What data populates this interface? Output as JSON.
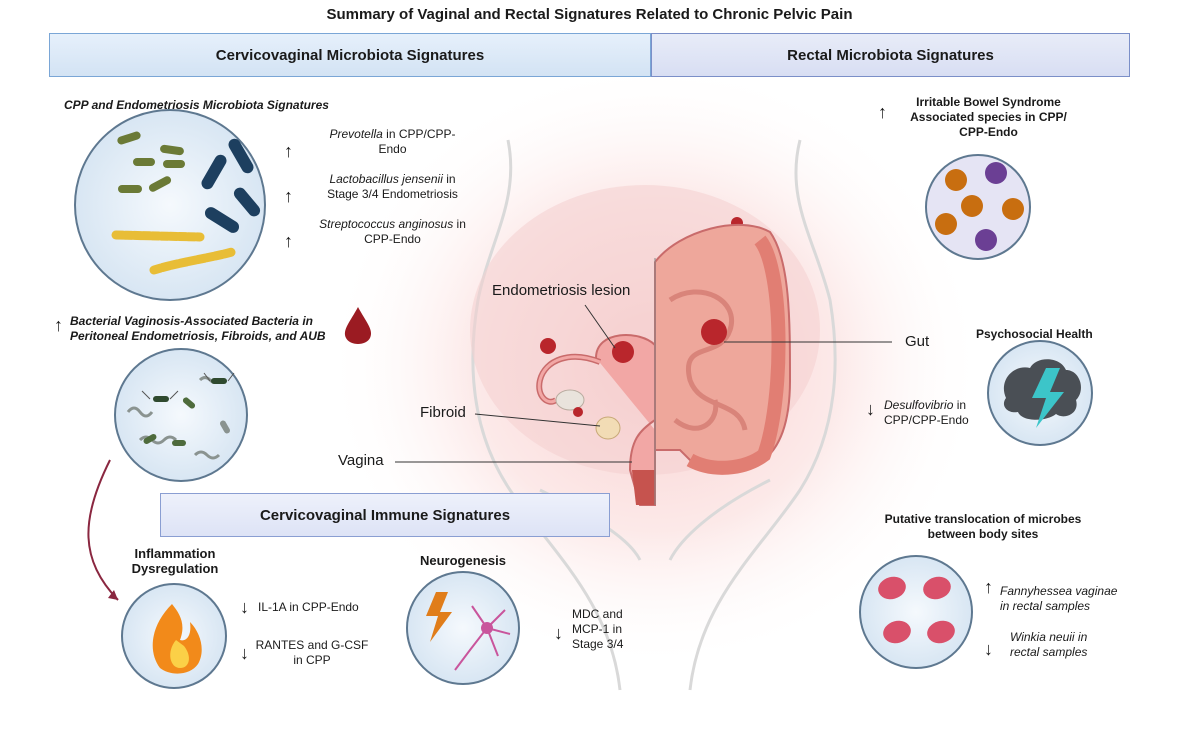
{
  "title": "Summary of Vaginal and Rectal Signatures Related to Chronic Pelvic Pain",
  "banners": {
    "cervicovaginal_microbiota": "Cervicovaginal Microbiota Signatures",
    "rectal_microbiota": "Rectal Microbiota Signatures",
    "cervicovaginal_immune": "Cervicovaginal Immune Signatures"
  },
  "cpp_section": {
    "heading": "CPP and Endometriosis Microbiota Signatures",
    "items": [
      {
        "italic": "Prevotella",
        "rest": " in CPP/CPP-",
        "line2": "Endo",
        "direction": "up"
      },
      {
        "italic": "Lactobacillus jensenii",
        "rest": " in",
        "line2": "Stage 3/4 Endometriosis",
        "direction": "up"
      },
      {
        "italic": "Streptococcus anginosus",
        "rest": " in",
        "line2": "CPP-Endo",
        "direction": "up"
      }
    ]
  },
  "bv_section": {
    "line1": "Bacterial Vaginosis-Associated Bacteria in",
    "line2": "Peritoneal Endometriosis, Fibroids, and AUB",
    "direction": "up"
  },
  "inflammation": {
    "title_line1": "Inflammation",
    "title_line2": "Dysregulation",
    "items": [
      {
        "line1": "IL-1A in CPP-Endo",
        "line2": "",
        "direction": "down"
      },
      {
        "line1": "RANTES and G-CSF",
        "line2": "in CPP",
        "direction": "down"
      }
    ]
  },
  "neurogenesis": {
    "title": "Neurogenesis",
    "item": {
      "line1": "MDC and",
      "line2": "MCP-1 in",
      "line3": "Stage 3/4",
      "direction": "down"
    }
  },
  "anatomy_labels": {
    "endometriosis": "Endometriosis lesion",
    "fibroid": "Fibroid",
    "vagina": "Vagina",
    "gut": "Gut"
  },
  "ibs": {
    "line1": "Irritable Bowel Syndrome",
    "line2": "Associated species in CPP/",
    "line3": "CPP-Endo",
    "direction": "up"
  },
  "psychosocial": {
    "title": "Psychosocial Health",
    "italic": "Desulfovibrio",
    "rest": " in",
    "line2": "CPP/CPP-Endo",
    "direction": "down"
  },
  "translocation": {
    "title_line1": "Putative translocation of microbes",
    "title_line2": "between body sites",
    "items": [
      {
        "line1": "Fannyhessea vaginae",
        "line2": "in rectal samples",
        "direction": "up"
      },
      {
        "line1": "Winkia neuii in",
        "line2": "rectal samples",
        "direction": "down"
      }
    ]
  },
  "arrow_glyphs": {
    "up": "↑",
    "down": "↓"
  },
  "colors": {
    "blue_banner_border": "#7aa6d6",
    "purple_banner_border": "#7b8fc8",
    "blood": "#9b1b22",
    "gut": "#e8877e",
    "flame": "#f28a1a",
    "bolt": "#e07d1a"
  }
}
